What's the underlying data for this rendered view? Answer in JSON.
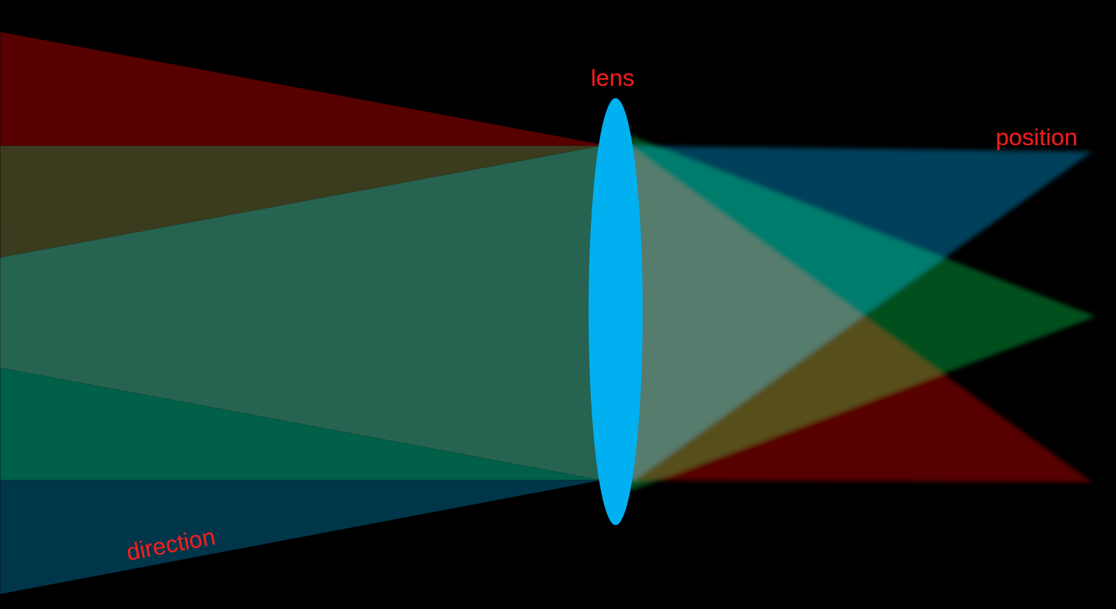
{
  "diagram": {
    "labels": [
      "lens",
      "position",
      "direction"
    ]
  }
}
